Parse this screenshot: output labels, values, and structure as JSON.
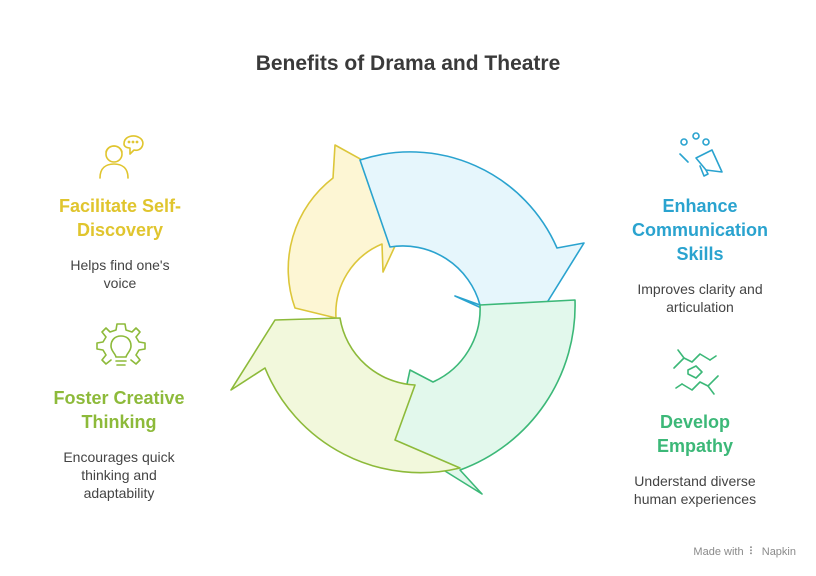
{
  "title": "Benefits of Drama and Theatre",
  "items": [
    {
      "heading": "Facilitate Self-\nDiscovery",
      "desc": "Helps find one's voice",
      "color": "#e0c52e",
      "icon": "thinking-person-icon"
    },
    {
      "heading": "Enhance Communication Skills",
      "desc": "Improves clarity and articulation",
      "color": "#2aa3cf",
      "icon": "megaphone-icon"
    },
    {
      "heading": "Foster Creative Thinking",
      "desc": "Encourages quick thinking and adaptability",
      "color": "#8dba3a",
      "icon": "lightbulb-gear-icon"
    },
    {
      "heading": "Develop Empathy",
      "desc": "Understand diverse human experiences",
      "color": "#3cb878",
      "icon": "handshake-icon"
    }
  ],
  "footer": {
    "made_with": "Made with",
    "brand": "Napkin"
  }
}
